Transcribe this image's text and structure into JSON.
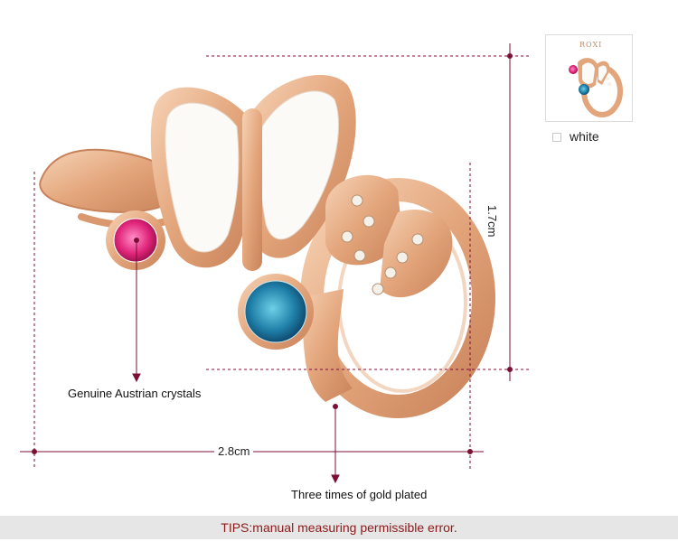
{
  "product": {
    "brand_mark": "ROXI",
    "color_option": "white"
  },
  "dimensions": {
    "width": "2.8cm",
    "height": "1.7cm"
  },
  "callouts": {
    "crystals": "Genuine Austrian crystals",
    "plating": "Three times of gold plated"
  },
  "footer": {
    "tips": "TIPS:manual measuring permissible error."
  },
  "colors": {
    "guide_line": "#7a1035",
    "rose_gold": "#e8b48f",
    "tips_text": "#8b1a1a",
    "tips_bg": "#e6e6e6"
  }
}
